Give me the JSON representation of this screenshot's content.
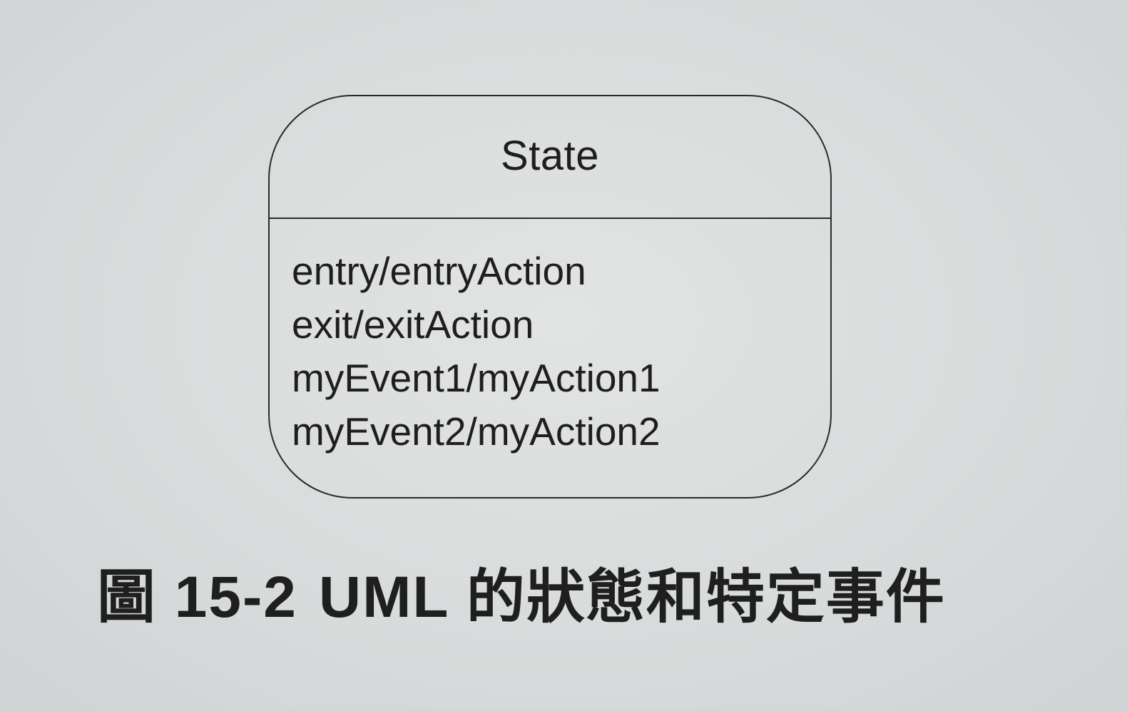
{
  "state": {
    "name": "State",
    "actions": [
      "entry/entryAction",
      "exit/exitAction",
      "myEvent1/myAction1",
      "myEvent2/myAction2"
    ]
  },
  "caption": {
    "figure_label": "圖 15-2",
    "text": "UML 的狀態和特定事件"
  }
}
